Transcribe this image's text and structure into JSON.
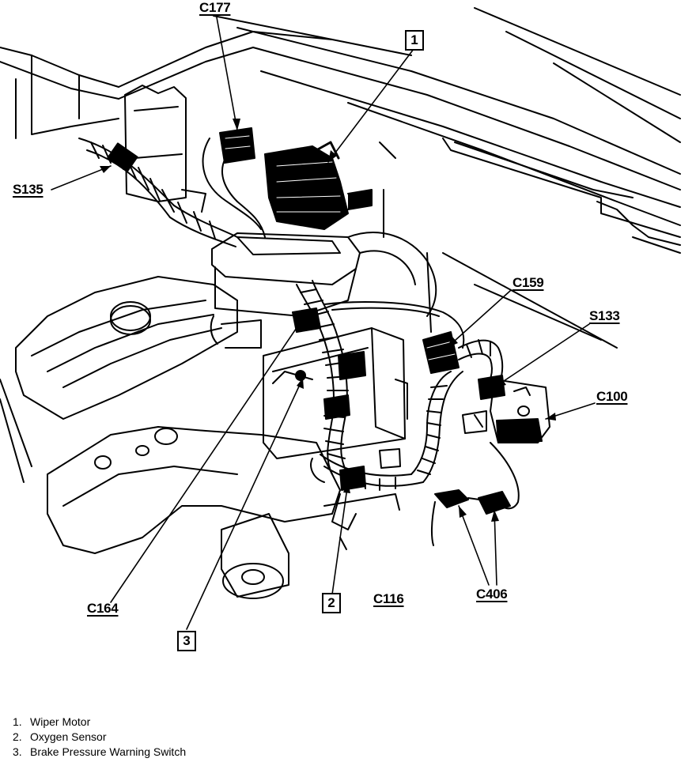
{
  "callouts": {
    "c177": "C177",
    "s135": "S135",
    "c159": "C159",
    "s133": "S133",
    "c100": "C100",
    "c164": "C164",
    "c116": "C116",
    "c406": "C406"
  },
  "boxes": {
    "one": "1",
    "two": "2",
    "three": "3"
  },
  "legend": [
    {
      "num": "1.",
      "text": "Wiper Motor"
    },
    {
      "num": "2.",
      "text": "Oxygen Sensor"
    },
    {
      "num": "3.",
      "text": "Brake Pressure Warning Switch"
    }
  ]
}
